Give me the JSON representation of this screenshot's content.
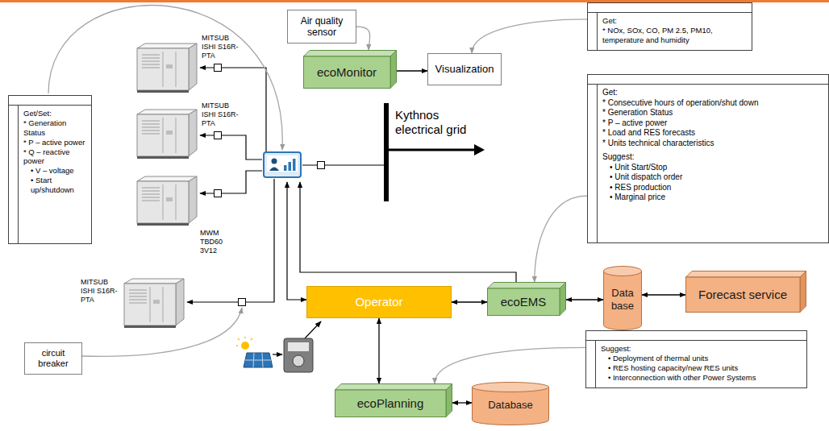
{
  "diagram": {
    "nodes": [
      {
        "text": [
          "Air quality sensor"
        ]
      },
      {
        "text": [
          "ecoMonitor"
        ]
      },
      {
        "text": [
          "Visualization"
        ]
      },
      {
        "text": [
          "Get:",
          "* NOx, SOx, CO, PM 2.5, PM10, temperature and humidity"
        ]
      },
      {
        "text": [
          "Get/Set:",
          "* Generation Status",
          "* P – active power",
          "* Q – reactive power",
          "• V – voltage",
          "• Start up/shutdown"
        ]
      },
      {
        "text": [
          "Get:",
          "* Consecutive hours of operation/shut down",
          "* Generation Status",
          "* P – active power",
          "* Load and RES forecasts",
          "* Units technical characteristics",
          "Suggest:",
          "• Unit Start/Stop",
          "• Unit dispatch order",
          "• RES production",
          "• Marginal price"
        ]
      },
      {
        "text": [
          "Operator"
        ]
      },
      {
        "text": [
          "ecoEMS"
        ]
      },
      {
        "text": [
          "Data base"
        ]
      },
      {
        "text": [
          "Forecast service"
        ]
      },
      {
        "text": [
          "circuit breaker"
        ]
      },
      {
        "text": [
          "ecoPlanning"
        ]
      },
      {
        "text": [
          "Database"
        ]
      },
      {
        "text": [
          "Suggest:",
          "• Deployment of thermal units",
          "• RES hosting capacity/new RES units",
          "• Interconnection with other Power Systems"
        ]
      }
    ],
    "edges": [
      {
        "from": 0,
        "to": 1,
        "arrow": "to"
      },
      {
        "from": 1,
        "to": 2,
        "arrow": "to"
      },
      {
        "from": 3,
        "to": 2,
        "arrow": "to"
      },
      {
        "from": 6,
        "to": 7,
        "arrow": "both"
      },
      {
        "from": 7,
        "to": 8,
        "arrow": "both"
      },
      {
        "from": 8,
        "to": 9,
        "arrow": "both"
      },
      {
        "from": 5,
        "to": 7,
        "arrow": "to"
      },
      {
        "from": 6,
        "to": 11,
        "arrow": "both"
      },
      {
        "from": 11,
        "to": 12,
        "arrow": "both"
      },
      {
        "from": 13,
        "to": 11,
        "arrow": "to"
      }
    ],
    "labels": [
      "MITSUB ISHI S16R- PTA",
      "MITSUB ISHI S16R- PTA",
      "MWM TBD60 3V12",
      "MITSUB ISHI S16R- PTA",
      "Kythnos electrical grid"
    ]
  }
}
